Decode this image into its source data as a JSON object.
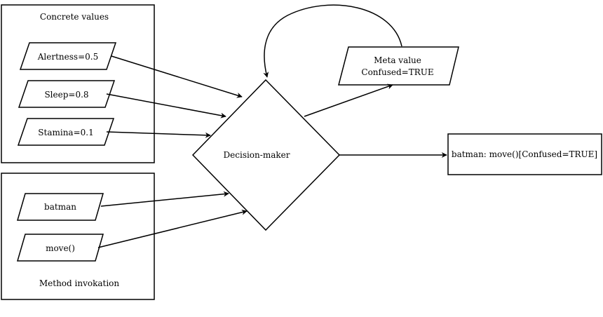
{
  "groups": {
    "concrete": {
      "title": "Concrete values"
    },
    "method": {
      "title": "Method invokation"
    }
  },
  "inputs": {
    "alertness": "Alertness=0.5",
    "sleep": "Sleep=0.8",
    "stamina": "Stamina=0.1",
    "batman": "batman",
    "move": "move()"
  },
  "decision": {
    "label": "Decision-maker"
  },
  "meta": {
    "line1": "Meta value",
    "line2": "Confused=TRUE"
  },
  "output": {
    "label": "batman: move()[Confused=TRUE]"
  }
}
